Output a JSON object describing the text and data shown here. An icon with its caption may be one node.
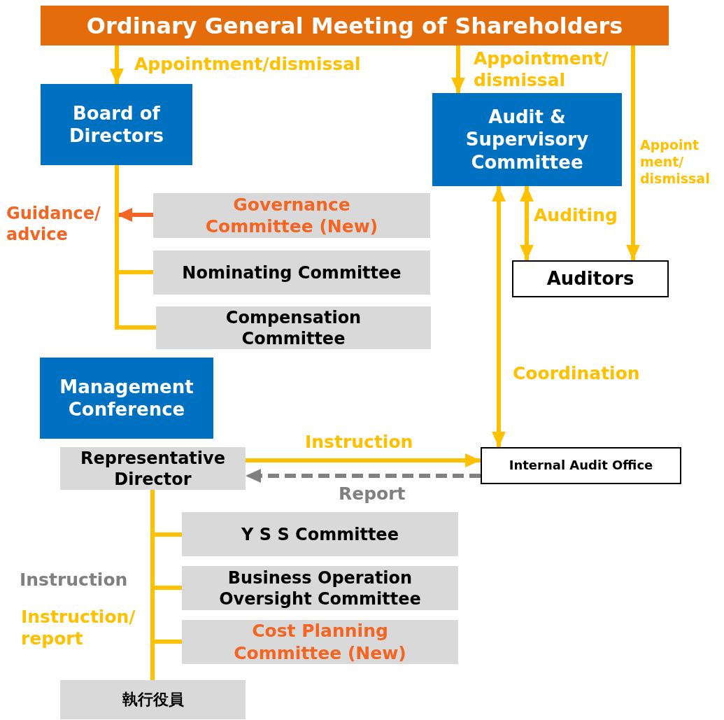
{
  "diagram": {
    "nodes": [
      {
        "text": [
          "Ordinary General Meeting of Shareholders"
        ]
      },
      {
        "text": [
          "Board of Directors"
        ]
      },
      {
        "text": [
          "Audit & Supervisory Committee"
        ]
      },
      {
        "text": [
          "Governance Committee (New)"
        ]
      },
      {
        "text": [
          "Nominating Committee"
        ]
      },
      {
        "text": [
          "Compensation Committee"
        ]
      },
      {
        "text": [
          "Auditors"
        ]
      },
      {
        "text": [
          "Management Conference"
        ]
      },
      {
        "text": [
          "Representative Director"
        ]
      },
      {
        "text": [
          "Internal Audit Office"
        ]
      },
      {
        "text": [
          "Y S S Committee"
        ]
      },
      {
        "text": [
          "Business Operation Oversight Committee"
        ]
      },
      {
        "text": [
          "Cost Planning Committee (New)"
        ]
      },
      {
        "text": [
          "執行役員"
        ]
      }
    ],
    "edges": [
      {
        "from": 0,
        "to": 1,
        "arrow": "to",
        "label": "Appointment/dismissal"
      },
      {
        "from": 0,
        "to": 2,
        "arrow": "to",
        "label": "Appointment/ dismissal"
      },
      {
        "from": 0,
        "to": 6,
        "arrow": "to",
        "label": "Appoint ment/ dismissal"
      },
      {
        "from": 3,
        "to": null,
        "arrow": "to",
        "label": "Guidance/ advice",
        "color": "#f26522"
      },
      {
        "from": 1,
        "to": 4,
        "arrow": "none"
      },
      {
        "from": 1,
        "to": 5,
        "arrow": "none"
      },
      {
        "from": 2,
        "to": 6,
        "arrow": "both",
        "label": "Auditing"
      },
      {
        "from": 2,
        "to": 9,
        "arrow": "both",
        "label": "Coordination"
      },
      {
        "from": 8,
        "to": 9,
        "arrow": "to",
        "label": "Instruction"
      },
      {
        "from": 9,
        "to": 8,
        "arrow": "to",
        "label": "Report",
        "style": "dashed",
        "color": "#808080"
      },
      {
        "from": 8,
        "to": 10,
        "arrow": "none"
      },
      {
        "from": 8,
        "to": 11,
        "arrow": "none"
      },
      {
        "from": 8,
        "to": 12,
        "arrow": "none"
      },
      {
        "from": 8,
        "to": 13,
        "arrow": "none"
      }
    ],
    "labels": [
      "Instruction",
      "Instruction/ report"
    ]
  }
}
